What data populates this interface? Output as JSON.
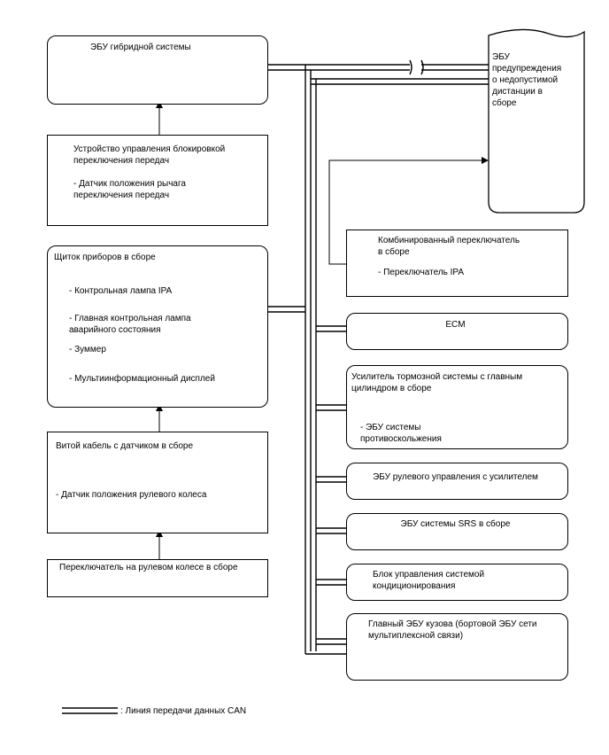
{
  "boxes": {
    "hybrid_ecu": "ЭБУ гибридной системы",
    "shift_lock": "Устройство управления блокировкой\nпереключения передач",
    "shift_lock_item": "- Датчик положения рычага\nпереключения передач",
    "combo_meter": "Щиток приборов в сборе",
    "combo_meter_items": [
      "- Контрольная лампа IPA",
      "- Главная контрольная лампа\nаварийного состояния",
      "- Зуммер",
      "- Мультиинформационный дисплей"
    ],
    "spiral_cable": "Витой кабель с датчиком в сборе",
    "spiral_cable_item": "- Датчик положения рулевого колеса",
    "steering_switch": "Переключатель на рулевом колесе в сборе",
    "clearance_ecu": "ЭБУ\nпредупреждения\nо недопустимой\nдистанции в\nсборе",
    "combo_switch": "Комбинированный переключатель\nв сборе",
    "combo_switch_item": "- Переключатель IPA",
    "ecm": "ECM",
    "brake_booster": "Усилитель тормозной системы с главным\nцилиндром в сборе",
    "brake_booster_item": "- ЭБУ системы\nпротивоскольжения",
    "eps_ecu": "ЭБУ рулевого управления с усилителем",
    "srs_ecu": "ЭБУ системы SRS в сборе",
    "ac_amp": "Блок управления системой\nкондиционирования",
    "body_ecu": "Главный ЭБУ кузова (бортовой ЭБУ сети\nмультиплексной связи)"
  },
  "legend": {
    "label": ": Линия передачи данных CAN"
  }
}
